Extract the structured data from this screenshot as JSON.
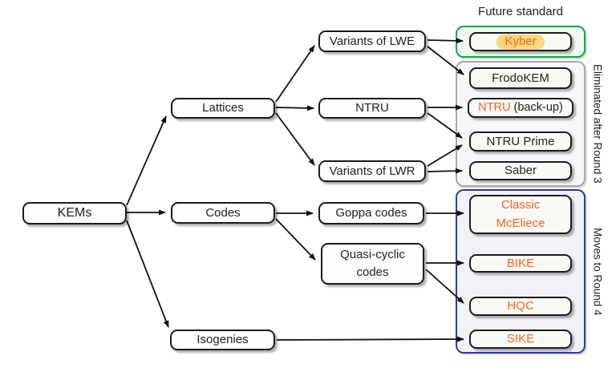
{
  "labels": {
    "future_standard": "Future standard",
    "eliminated_after_round3": "Eliminated after Round 3",
    "moves_to_round4": "Moves to Round 4"
  },
  "colors": {
    "accent_orange": "#F26422",
    "highlight_yellow": "#FBD87C",
    "future_standard_border": "#0CA750",
    "eliminated_group_border": "#A8A8A8",
    "round4_group_border": "#2F3D96",
    "node_border": "#1C1C1C"
  },
  "nodes": {
    "kems": {
      "label": "KEMs"
    },
    "lattices": {
      "label": "Lattices"
    },
    "codes": {
      "label": "Codes"
    },
    "isogenies": {
      "label": "Isogenies"
    },
    "variants_of_lwe": {
      "label": "Variants of LWE"
    },
    "ntru": {
      "label": "NTRU"
    },
    "variants_of_lwr": {
      "label": "Variants of LWR"
    },
    "goppa_codes": {
      "label": "Goppa codes"
    },
    "quasi_cyclic_codes": {
      "label": "Quasi-cyclic codes"
    },
    "kyber": {
      "label": "Kyber",
      "highlighted": true
    },
    "frodokem": {
      "label": "FrodoKEM"
    },
    "ntru_backup": {
      "label_primary": "NTRU",
      "label_suffix": " (back-up)"
    },
    "ntru_prime": {
      "label": "NTRU Prime"
    },
    "saber": {
      "label": "Saber"
    },
    "classic_mceliece": {
      "label": "Classic McEliece"
    },
    "bike": {
      "label": "BIKE"
    },
    "hqc": {
      "label": "HQC"
    },
    "sike": {
      "label": "SIKE"
    }
  },
  "edges": [
    {
      "from": "kems",
      "to": "lattices"
    },
    {
      "from": "kems",
      "to": "codes"
    },
    {
      "from": "kems",
      "to": "isogenies"
    },
    {
      "from": "lattices",
      "to": "variants_of_lwe"
    },
    {
      "from": "lattices",
      "to": "ntru"
    },
    {
      "from": "lattices",
      "to": "variants_of_lwr"
    },
    {
      "from": "variants_of_lwe",
      "to": "kyber"
    },
    {
      "from": "variants_of_lwe",
      "to": "frodokem"
    },
    {
      "from": "ntru",
      "to": "ntru_backup"
    },
    {
      "from": "ntru",
      "to": "ntru_prime"
    },
    {
      "from": "variants_of_lwr",
      "to": "ntru_prime"
    },
    {
      "from": "variants_of_lwr",
      "to": "saber"
    },
    {
      "from": "codes",
      "to": "goppa_codes"
    },
    {
      "from": "codes",
      "to": "quasi_cyclic_codes"
    },
    {
      "from": "goppa_codes",
      "to": "classic_mceliece"
    },
    {
      "from": "quasi_cyclic_codes",
      "to": "bike"
    },
    {
      "from": "quasi_cyclic_codes",
      "to": "hqc"
    },
    {
      "from": "isogenies",
      "to": "sike"
    }
  ],
  "groups": {
    "future_standard_members": [
      "kyber"
    ],
    "eliminated_after_round3_members": [
      "frodokem",
      "ntru_backup",
      "ntru_prime",
      "saber"
    ],
    "moves_to_round4_members": [
      "classic_mceliece",
      "bike",
      "hqc",
      "sike"
    ]
  }
}
